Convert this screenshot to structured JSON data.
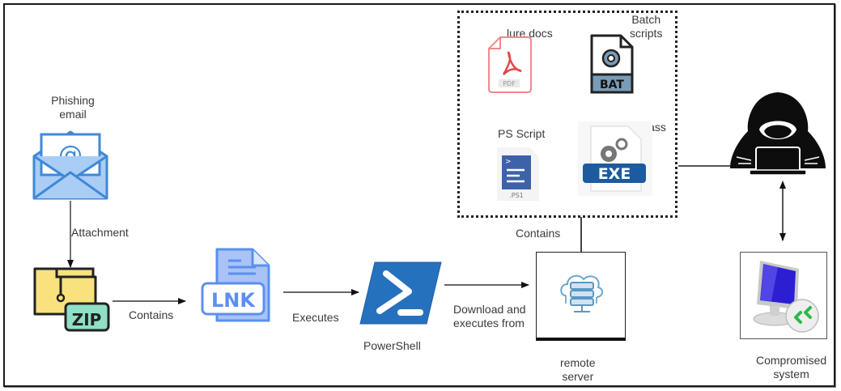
{
  "diagram": {
    "title": "",
    "nodes": {
      "phishing_email": {
        "label": "Phishing\nemail",
        "label_line1": "Phishing",
        "label_line2": "email",
        "icon": "envelope-at-icon"
      },
      "zip": {
        "label": "ZIP",
        "icon": "zip-archive-icon"
      },
      "lnk": {
        "label": "LNK",
        "icon": "lnk-file-icon"
      },
      "powershell": {
        "label": "PowerShell",
        "icon": "powershell-icon"
      },
      "remote_server": {
        "label_line1": "remote",
        "label_line2": "server",
        "icon": "cloud-server-icon"
      },
      "attacker": {
        "label": "",
        "icon": "hooded-hacker-icon"
      },
      "compromised_system": {
        "label_line1": "Compromised",
        "label_line2": "system",
        "icon": "remote-desktop-monitor-icon"
      }
    },
    "payloads": {
      "lure_docs": {
        "label": "lure docs",
        "badge": "PDF",
        "icon": "pdf-file-icon"
      },
      "batch_scripts": {
        "label_line1": "Batch",
        "label_line2": "scripts",
        "badge": "BAT",
        "icon": "bat-file-icon"
      },
      "ps_script": {
        "label": "PS Script",
        "badge": ".PS1",
        "icon": "ps1-file-icon"
      },
      "chromepass": {
        "label": "ChromePass",
        "badge": "EXE",
        "icon": "exe-file-icon"
      }
    },
    "edges": {
      "email_to_zip": "Attachment",
      "zip_to_lnk": "Contains",
      "lnk_to_powershell": "Executes",
      "powershell_to_server_line1": "Download and",
      "powershell_to_server_line2": "executes from",
      "server_to_payloads": "Contains"
    },
    "colors": {
      "email_blue": "#4a90e2",
      "email_fill": "#a9cdf5",
      "zip_yellow": "#f9e27d",
      "zip_teal": "#8fe0c6",
      "lnk_blue": "#5b8ff0",
      "powershell_blue": "#2671be",
      "pdf_red": "#e85b5b",
      "bat_slate": "#7a9bb5",
      "ps1_blue": "#3d62a8",
      "exe_blue": "#1d5a9e",
      "server_blue": "#6aa7cf",
      "rdp_green": "#2db84b",
      "monitor_blue": "#2b1fd1"
    }
  }
}
